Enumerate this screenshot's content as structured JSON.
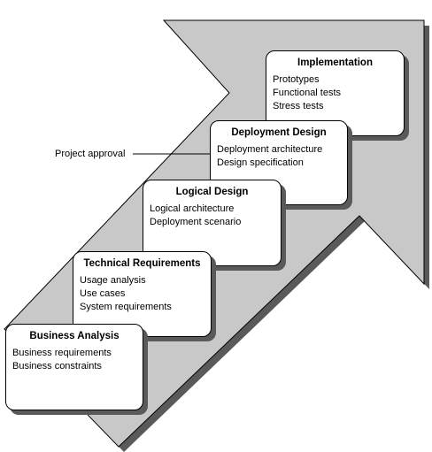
{
  "colors": {
    "arrow_fill": "#c8c8c8",
    "arrow_stroke": "#000000",
    "arrow_shadow": "#5a5a5a",
    "box_fill": "#ffffff",
    "box_shadow": "#5a5a5a",
    "text": "#000000"
  },
  "stages": [
    {
      "title": "Implementation",
      "items": [
        "Prototypes",
        "Functional tests",
        "Stress tests"
      ]
    },
    {
      "title": "Deployment Design",
      "items": [
        "Deployment architecture",
        "Design specification"
      ]
    },
    {
      "title": "Logical Design",
      "items": [
        "Logical architecture",
        "Deployment scenario"
      ]
    },
    {
      "title": "Technical Requirements",
      "items": [
        "Usage analysis",
        "Use cases",
        "System requirements"
      ]
    },
    {
      "title": "Business Analysis",
      "items": [
        "Business requirements",
        "Business constraints"
      ]
    }
  ],
  "callout": {
    "label": "Project approval"
  }
}
